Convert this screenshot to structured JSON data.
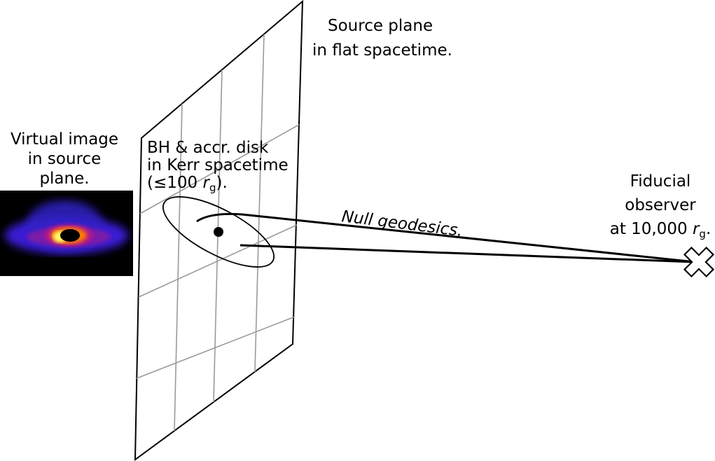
{
  "labels": {
    "source_plane_line1": "Source plane",
    "source_plane_line2": "in flat spacetime.",
    "virtual_image_line1": "Virtual image",
    "virtual_image_line2": "in source",
    "virtual_image_line3": "plane.",
    "bh_line1": "BH & accr. disk",
    "bh_line2": "in  Kerr spacetime",
    "bh_line3_prefix": "(≤100 ",
    "bh_line3_var": "r",
    "bh_line3_sub": "g",
    "bh_line3_suffix": ").",
    "null_geodesics": "Null geodesics.",
    "observer_line1": "Fiducial",
    "observer_line2": "observer",
    "observer_line3_prefix": "at 10,000 ",
    "observer_line3_var": "r",
    "observer_line3_sub": "g",
    "observer_line3_suffix": "."
  },
  "colors": {
    "line": "#000000",
    "grid": "#9a9a9a",
    "image_background": "#000000",
    "image_glow_outer": "#3b1fd6",
    "image_glow_mid": "#b0138c",
    "image_glow_inner": "#ff7a00",
    "image_glow_core": "#ffff66"
  },
  "icons": {
    "observer": "x-cross-icon",
    "black_hole": "filled-dot-icon"
  }
}
